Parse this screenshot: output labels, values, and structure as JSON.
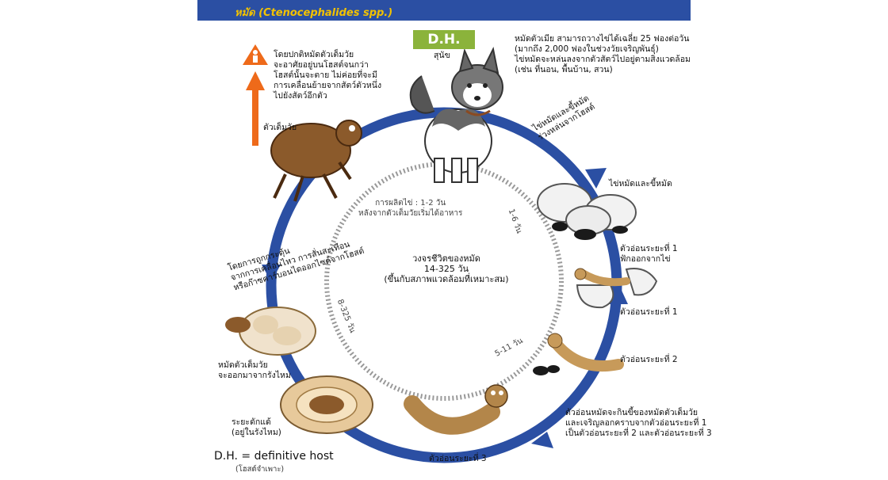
{
  "header": {
    "title": "หมัด (Ctenocephalides spp.)",
    "color": "#2b4fa3",
    "title_color": "#f2c200"
  },
  "host": {
    "badge": "D.H.",
    "label": "สุนัข"
  },
  "notes": {
    "eggs_laying": "หมัดตัวเมีย สามารถวางไข่ได้เฉลี่ย 25 ฟองต่อวัน\n(มากถึง 2,000 ฟองในช่วงวัยเจริญพันธุ์)\nไข่หมัดจะหล่นลงจากตัวสัตว์ไปอยู่ตามสิ่งแวดล้อม\n(เช่น ที่นอน, พื้นบ้าน, สวน)",
    "adult_host": "โดยปกติหมัดตัวเต็มวัย\nจะอาศัยอยู่บนโฮสต์จนกว่า\nโฮสต์นั้นจะตาย ไม่ค่อยที่จะมี\nการเคลื่อนย้ายจากสัตว์ตัวหนึ่ง\nไปยังสัตว์อีกตัว",
    "stimulus": "โดยการถูกกระตุ้น\nจากการเคลื่อนไหว การสั่นสะเทือน\nหรือก๊าซคาร์บอนไดออกไซด์จากโฮสต์",
    "larva_food": "ตัวอ่อนหมัดจะกินขี้ของหมัดตัวเต็มวัย\nและเจริญลอกคราบจากตัวอ่อนระยะที่ 1\nเป็นตัวอ่อนระยะที่ 2 และตัวอ่อนระยะที่ 3"
  },
  "stages": {
    "adult": "ตัวเต็มวัย",
    "eggs_fall": "ไข่หมัดและขี้หมัด\nร่วงหล่นจากโฮสต์",
    "eggs_feces": "ไข่หมัดและขี้หมัด",
    "larva1_hatch": "ตัวอ่อนระยะที่ 1\nฟักออกจากไข่",
    "larva1": "ตัวอ่อนระยะที่ 1",
    "larva2": "ตัวอ่อนระยะที่ 2",
    "larva3": "ตัวอ่อนระยะที่ 3",
    "pupa": "ระยะดักแด้\n(อยู่ในรังไหม)",
    "emerge": "หมัดตัวเต็มวัย\nจะออกมาจากรังไหม"
  },
  "durations": {
    "egg_production": "การผลิตไข่ : 1-2 วัน\nหลังจากตัวเต็มวัยเริ่มได้อาหาร",
    "egg_stage": "1-6 วัน",
    "larva_stage": "5-11 วัน",
    "pupa_stage": "8-325 วัน"
  },
  "center": "วงจรชีวิตของหมัด\n14-325 วัน\n(ขึ้นกับสภาพแวดล้อมที่เหมาะสม)",
  "legend": {
    "abbr": "D.H. = definitive host",
    "note": "(โฮสต์จำเพาะ)"
  },
  "colors": {
    "cycle": "#2b4fa3",
    "dh": "#8bb33b",
    "arrow": "#ee6a1a",
    "flea": "#8b5a2b",
    "larva": "#c79a5a"
  }
}
